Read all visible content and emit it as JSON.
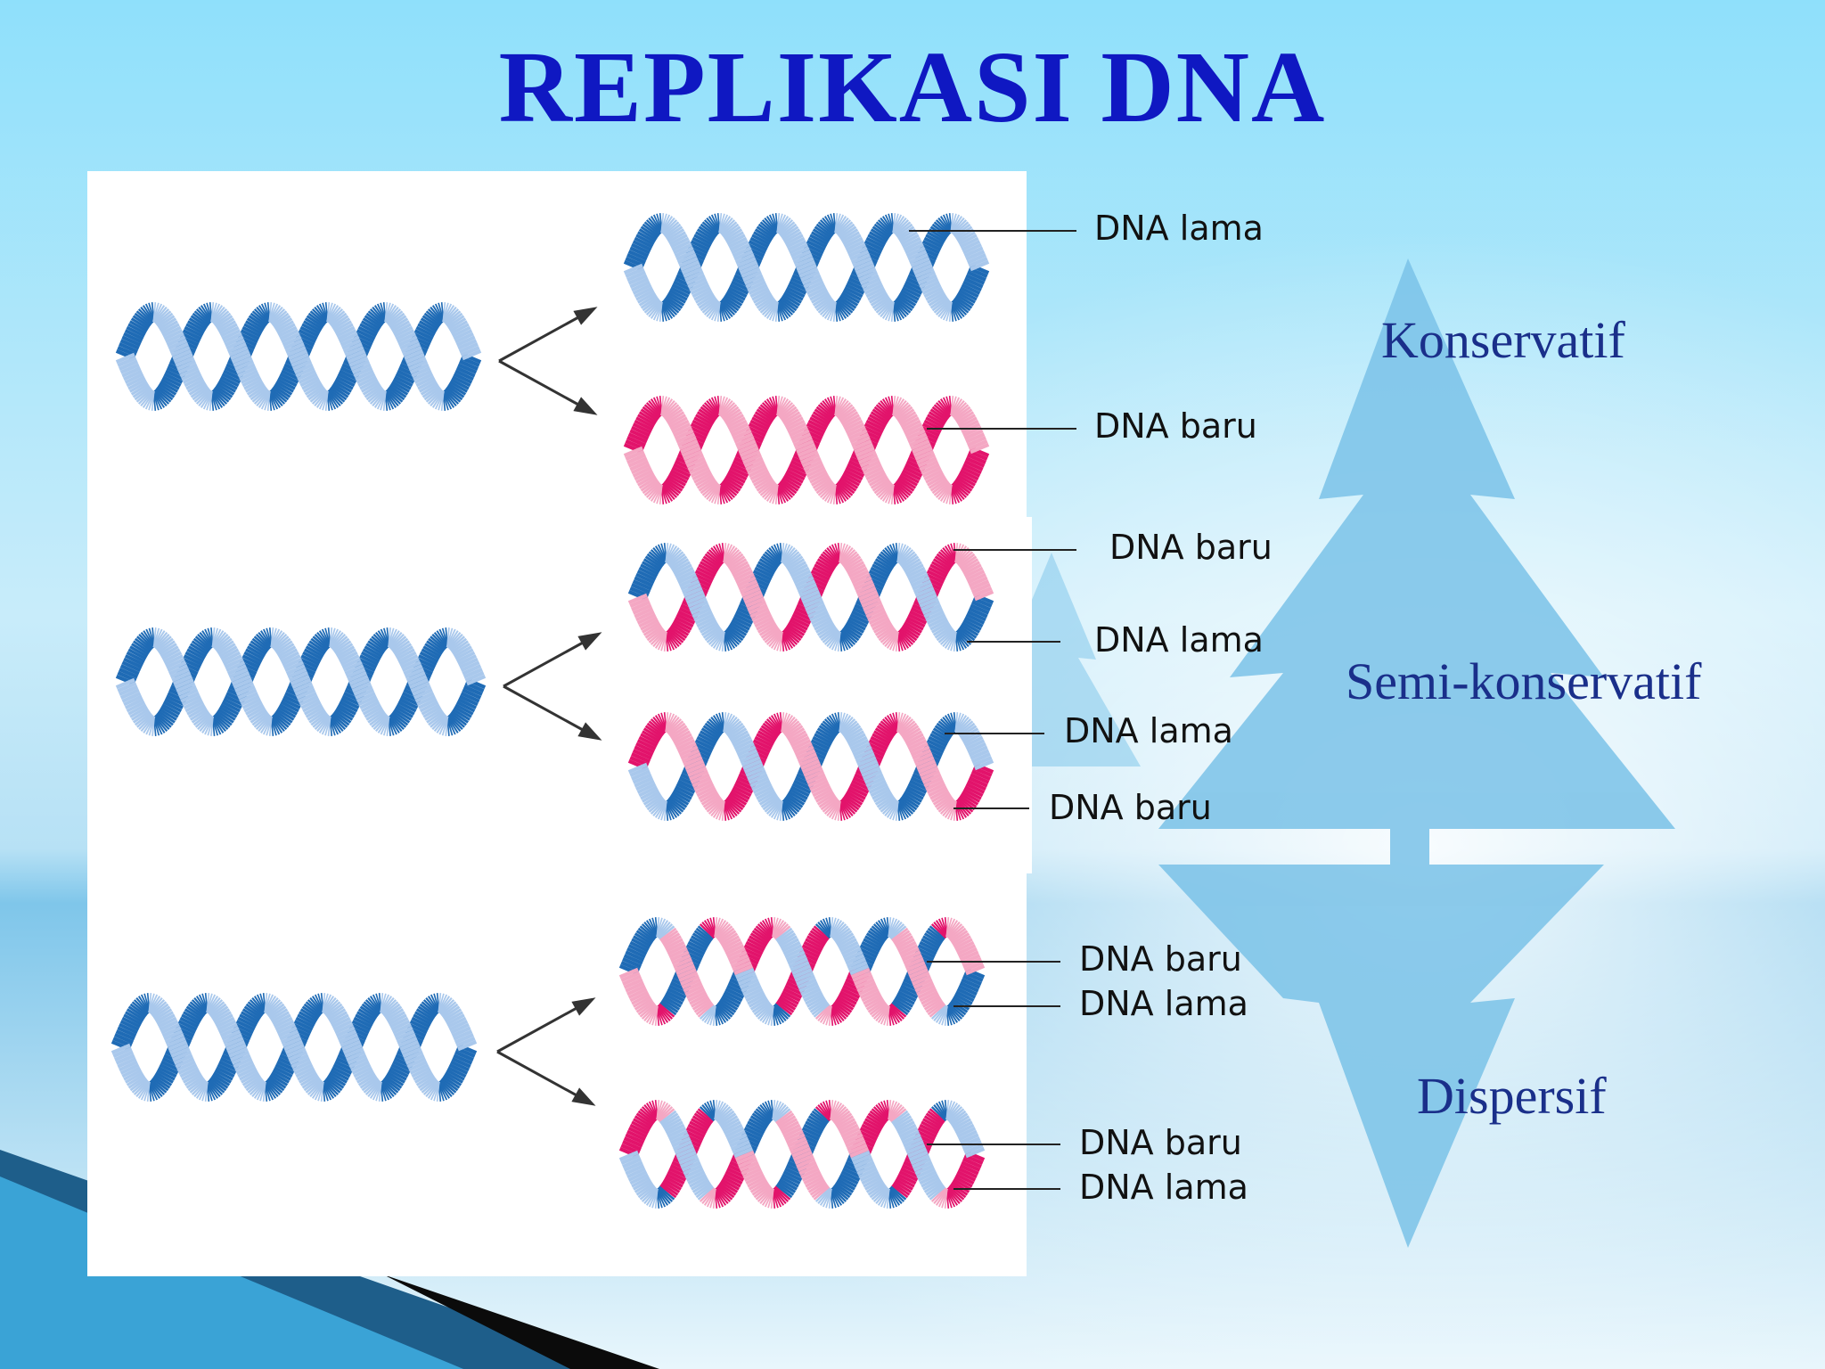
{
  "slide": {
    "title": "REPLIKASI DNA",
    "colors": {
      "title": "#0f18c2",
      "model_label": "#1a2f8a",
      "old_strand_light": "#a9c8ec",
      "old_strand_dark": "#1f6bb5",
      "new_strand_light": "#f4a7c3",
      "new_strand_dark": "#e2136b",
      "background_top": "#6fd0f2",
      "background_bottom": "#e4f5fc",
      "tree": "#7cc3e9"
    },
    "models": [
      {
        "name": "Konservatif",
        "labels": [
          "DNA lama",
          "DNA baru"
        ]
      },
      {
        "name": "Semi-konservatif",
        "labels": [
          "DNA baru",
          "DNA lama",
          "DNA lama",
          "DNA baru"
        ]
      },
      {
        "name": "Dispersif",
        "labels": [
          "DNA baru",
          "DNA lama",
          "DNA baru",
          "DNA lama"
        ]
      }
    ]
  }
}
